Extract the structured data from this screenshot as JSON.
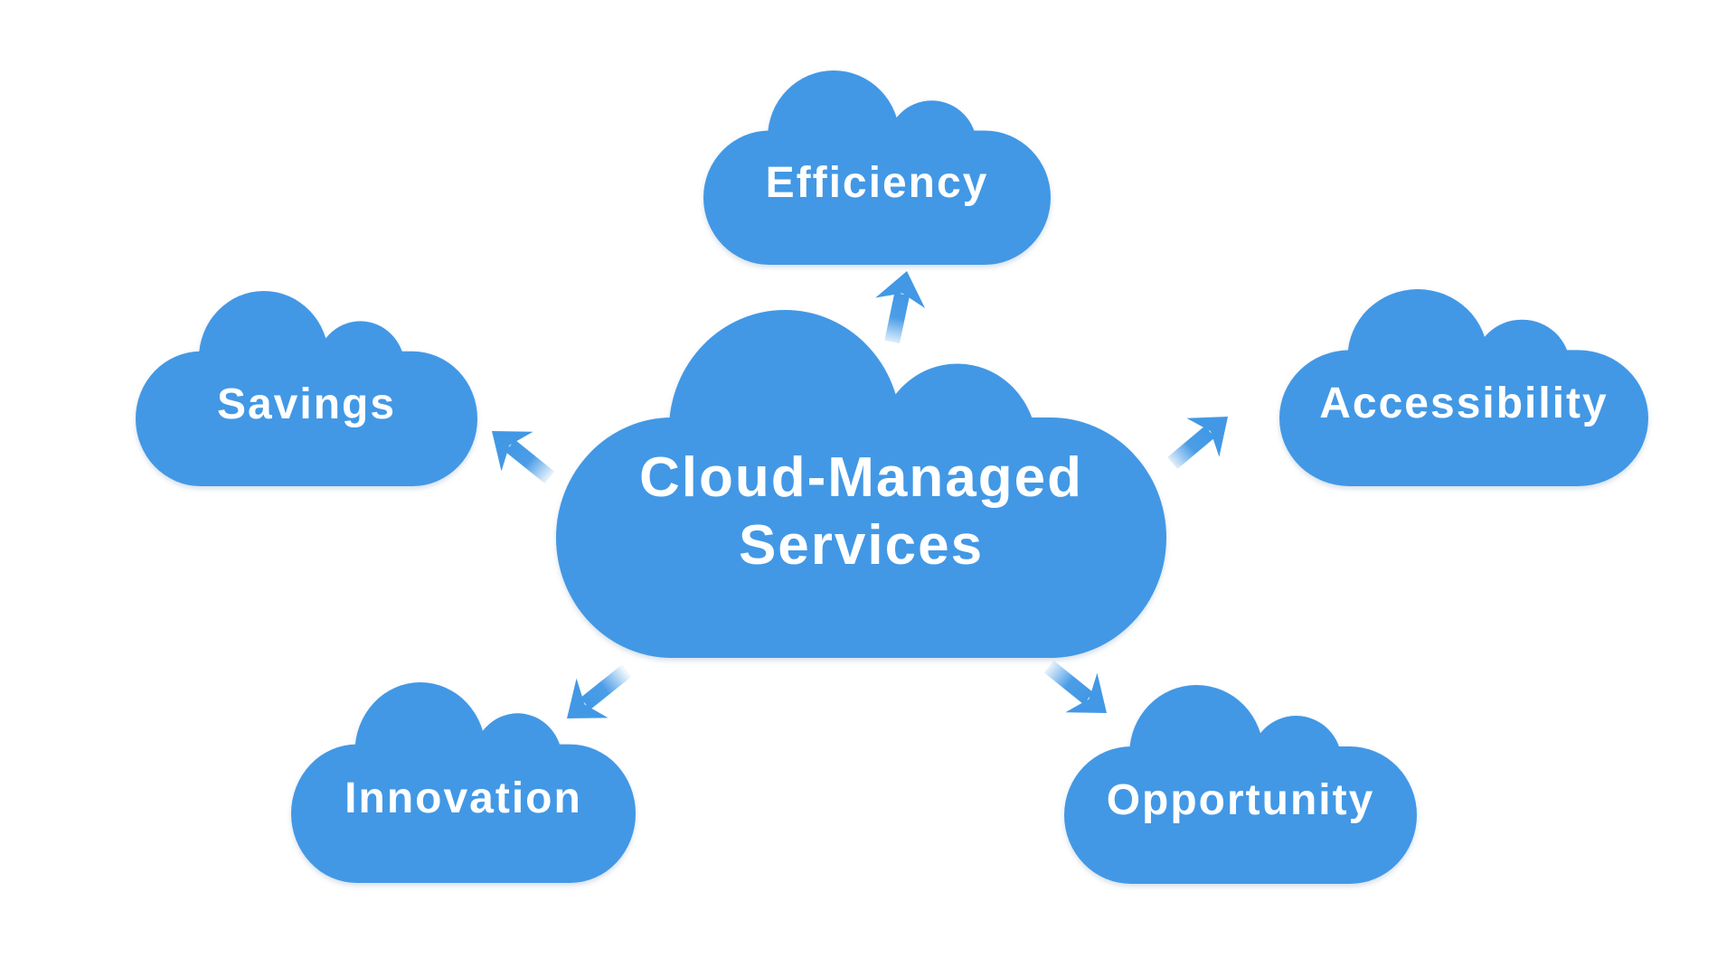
{
  "diagram": {
    "title": "Cloud-Managed Services",
    "center": {
      "label_line1": "Cloud-Managed",
      "label_line2": "Services"
    },
    "nodes": [
      {
        "id": "efficiency",
        "label": "Efficiency",
        "position": "top"
      },
      {
        "id": "accessibility",
        "label": "Accessibility",
        "position": "right"
      },
      {
        "id": "opportunity",
        "label": "Opportunity",
        "position": "bottom-right"
      },
      {
        "id": "innovation",
        "label": "Innovation",
        "position": "bottom-left"
      },
      {
        "id": "savings",
        "label": "Savings",
        "position": "left"
      }
    ],
    "arrows": [
      {
        "from": "center",
        "to": "efficiency",
        "direction": "up"
      },
      {
        "from": "center",
        "to": "accessibility",
        "direction": "up-right"
      },
      {
        "from": "center",
        "to": "opportunity",
        "direction": "down-right"
      },
      {
        "from": "center",
        "to": "innovation",
        "direction": "down-left"
      },
      {
        "from": "center",
        "to": "savings",
        "direction": "up-left"
      }
    ],
    "colors": {
      "cloud_blue": "#4298e5",
      "label_text": "#ffffff",
      "background": "#ffffff"
    }
  }
}
